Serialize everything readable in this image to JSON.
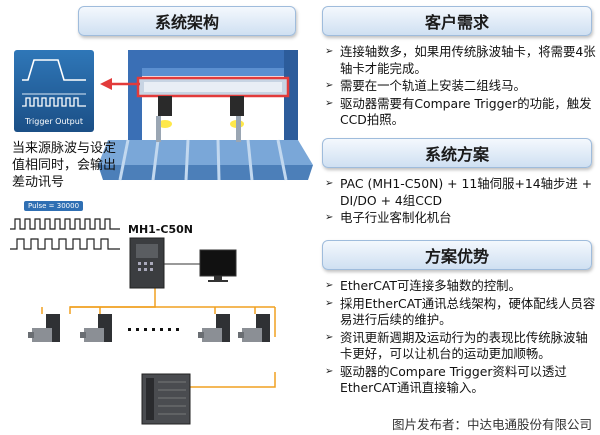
{
  "left": {
    "title": "系统架构",
    "trigger_label": "Trigger Output",
    "note": "当来源脉波与设定值相同时，会输出差动讯号",
    "pulse_label": "Pulse = 30000",
    "controller_label": "MH1-C50N"
  },
  "right": {
    "sections": [
      {
        "title": "客户需求",
        "items": [
          "连接轴数多，如果用传统脉波轴卡，将需要4张轴卡才能完成。",
          "需要在一个轨道上安装二组线马。",
          "驱动器需要有Compare Trigger的功能，触发CCD拍照。"
        ]
      },
      {
        "title": "系统方案",
        "items": [
          "PAC (MH1-C50N) + 11轴伺服+14轴步进 + DI/DO + 4组CCD",
          "电子行业客制化机台"
        ]
      },
      {
        "title": "方案优势",
        "items": [
          "EtherCAT可连接多轴数的控制。",
          "採用EtherCAT通讯总线架构，硬体配线人员容易进行后续的维护。",
          "资讯更新週期及运动行为的表现比传统脉波轴卡更好，可以让机台的运动更加顺畅。",
          "驱动器的Compare Trigger资料可以透过EtherCAT通讯直接输入。"
        ]
      }
    ]
  },
  "watermark": "图片发布者：中达电通股份有限公司"
}
